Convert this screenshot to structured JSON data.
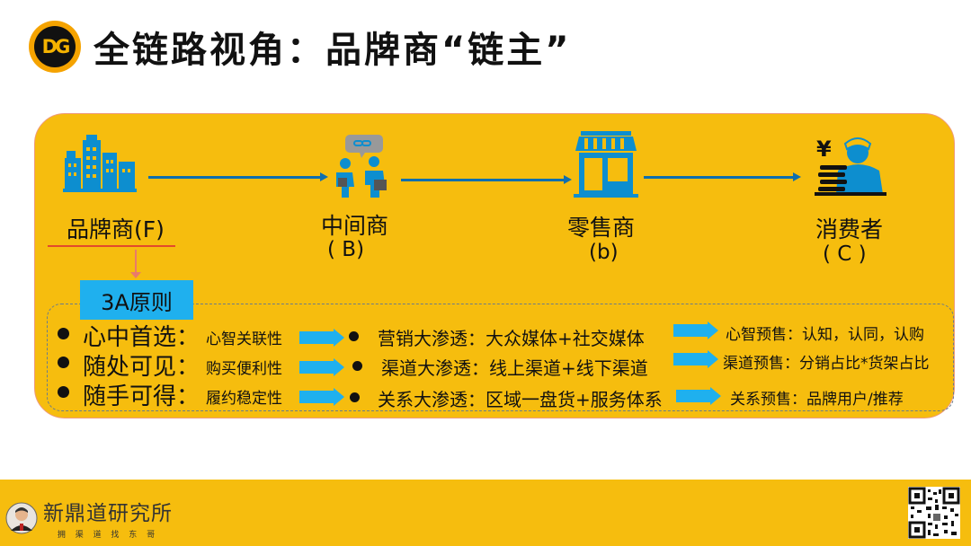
{
  "header": {
    "logo_text": "DG",
    "title": "全链路视角：品牌商“链主”"
  },
  "chain": {
    "nodes": [
      {
        "name": "品牌商(F)",
        "code": ""
      },
      {
        "name": "中间商",
        "code": "( B)"
      },
      {
        "name": "零售商",
        "code": "(b)"
      },
      {
        "name": "消费者",
        "code": "( C )"
      }
    ]
  },
  "principles": {
    "title": "3A原则",
    "items": [
      {
        "head": "心中首选：",
        "detail": "心智关联性"
      },
      {
        "head": "随处可见：",
        "detail": "购买便利性"
      },
      {
        "head": "随手可得：",
        "detail": "履约稳定性"
      }
    ]
  },
  "penetration": [
    "营销大渗透：大众媒体+社交媒体",
    "渠道大渗透：线上渠道+线下渠道",
    "关系大渗透：区域一盘货+服务体系"
  ],
  "presale": [
    "心智预售：认知，认同，认购",
    "渠道预售：分销占比*货架占比",
    "关系预售：品牌用户/推荐"
  ],
  "footer": {
    "brand": "新鼎道研究所",
    "slogan": "拥 渠 道  找 东 哥"
  },
  "colors": {
    "panel": "#f6bd0e",
    "accent_blue": "#1fb0ee",
    "flow_line": "#0f6fae"
  },
  "icons": [
    "building-icon",
    "handshake-icon",
    "storefront-icon",
    "cashier-icon",
    "avatar-icon",
    "qr-code-icon"
  ]
}
